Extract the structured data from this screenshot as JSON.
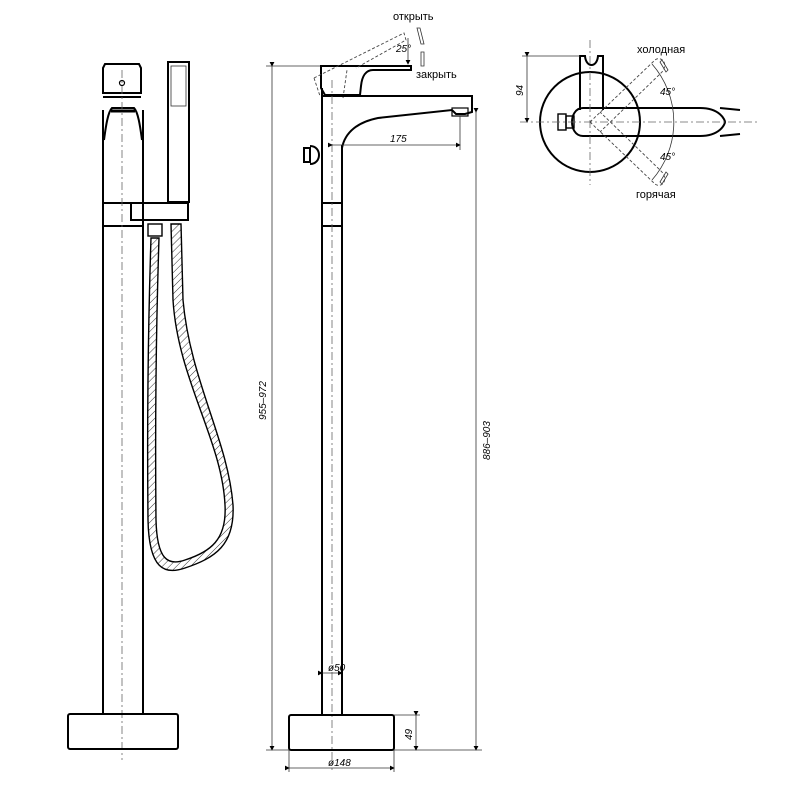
{
  "drawing": {
    "title": "Freestanding bath mixer technical drawing",
    "views": [
      "front-view",
      "side-view",
      "top-view"
    ]
  },
  "labels": {
    "open": "открыть",
    "close": "закрыть",
    "cold": "холодная",
    "hot": "горячая"
  },
  "dimensions": {
    "lever_angle": "25°",
    "spout_reach": "175",
    "total_height": "955–972",
    "spout_height": "886–903",
    "column_diameter": "ø50",
    "base_diameter": "ø148",
    "base_height": "49",
    "top_offset": "94",
    "cold_angle": "45°",
    "hot_angle": "45°"
  },
  "colors": {
    "line": "#000000",
    "background": "#ffffff",
    "centerline": "#666666"
  }
}
